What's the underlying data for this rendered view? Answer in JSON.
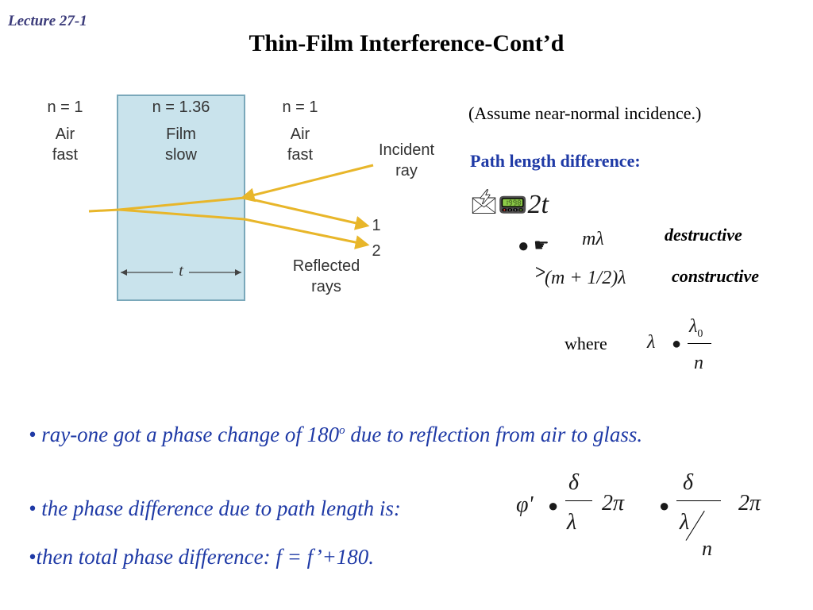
{
  "slide": {
    "lecture_label": "Lecture 27-1",
    "title": "Thin-Film Interference-Cont’d"
  },
  "figure": {
    "left_medium": {
      "index": "n = 1",
      "name": "Air",
      "speed": "fast"
    },
    "film": {
      "index": "n = 1.36",
      "name": "Film",
      "speed": "slow"
    },
    "right_medium": {
      "index": "n = 1",
      "name": "Air",
      "speed": "fast"
    },
    "incident_label_1": "Incident",
    "incident_label_2": "ray",
    "ray1_label": "1",
    "ray2_label": "2",
    "reflected_label_1": "Reflected",
    "reflected_label_2": "rays",
    "thickness_label": "t",
    "colors": {
      "film": "#c9e3ec",
      "film_edge": "#7aa8ba",
      "rays": "#e8b62a"
    }
  },
  "right_panel": {
    "assumption": "(Assume near-normal incidence.)",
    "path_heading": "Path length difference:",
    "eq_main_t": "2t",
    "eq_m_lambda": "mλ",
    "eq_half": "(m + 1/2)λ",
    "destructive": "destructive",
    "constructive": "constructive",
    "where": "where",
    "lambda_n_symbol": "λ",
    "lambda_0": "λ",
    "lambda_0_sub": "0",
    "n_denominator": "n"
  },
  "bullets": {
    "b1_before_sup": "• ray-one got a phase change of 180",
    "b1_sup": "o",
    "b1_after_sup": " due to reflection from air to glass.",
    "b2": "• the phase difference due to path length is:",
    "b3": "•then  total phase difference: f = f’+180."
  },
  "phase_formula": {
    "phi_prime": "φ'",
    "delta": "δ",
    "lambda": "λ",
    "two_pi": "2π",
    "n": "n"
  }
}
